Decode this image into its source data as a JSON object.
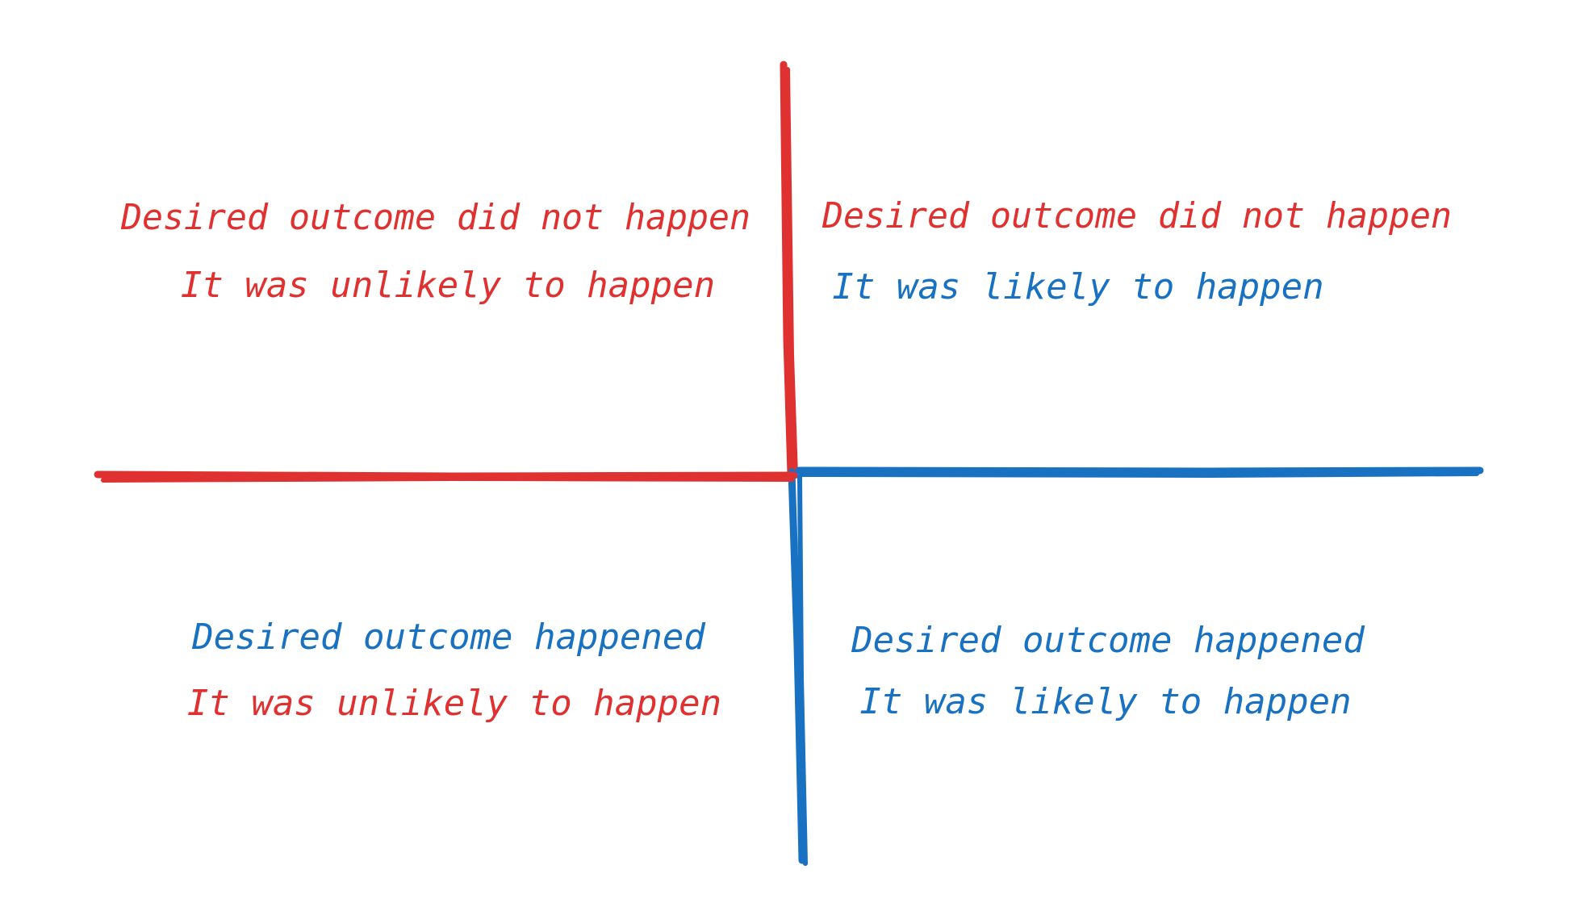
{
  "colors": {
    "red": "#e03131",
    "blue": "#1971c2",
    "background": "#ffffff"
  },
  "quadrants": {
    "top_left": {
      "outcome": "Desired outcome did not happen",
      "outcome_color": "red",
      "likelihood": "It was unlikely to happen",
      "likelihood_color": "red"
    },
    "top_right": {
      "outcome": "Desired outcome did not happen",
      "outcome_color": "red",
      "likelihood": "It was likely to happen",
      "likelihood_color": "blue"
    },
    "bottom_left": {
      "outcome": "Desired outcome happened",
      "outcome_color": "blue",
      "likelihood": "It was unlikely to happen",
      "likelihood_color": "red"
    },
    "bottom_right": {
      "outcome": "Desired outcome happened",
      "outcome_color": "blue",
      "likelihood": "It was likely to happen",
      "likelihood_color": "blue"
    }
  }
}
